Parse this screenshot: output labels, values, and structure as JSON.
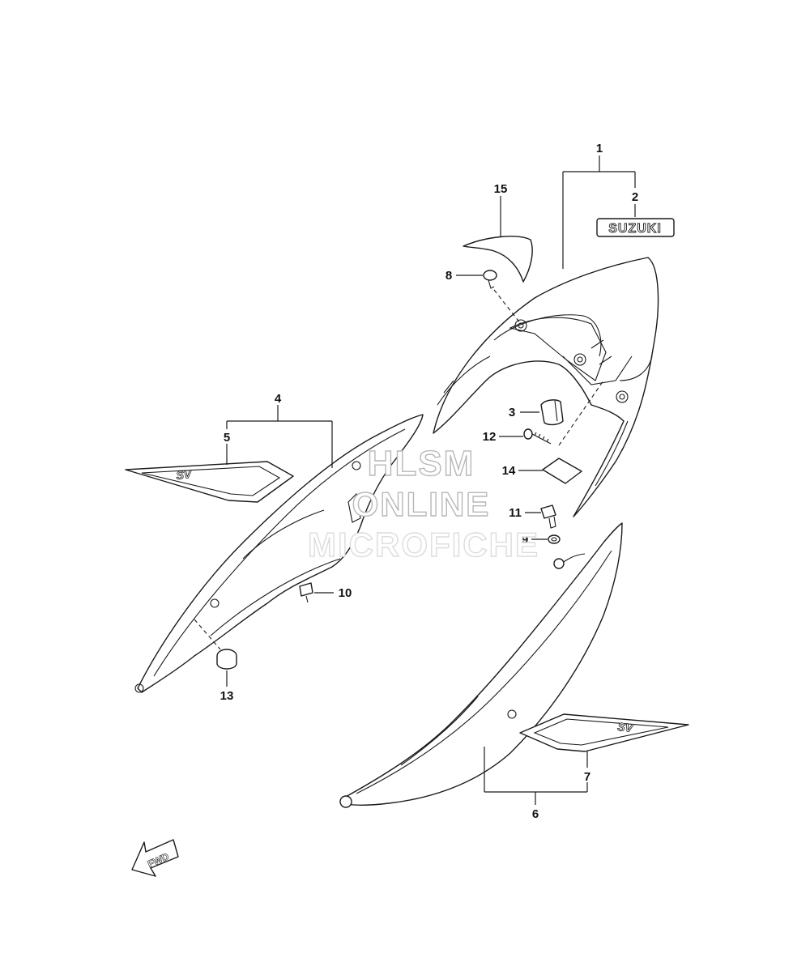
{
  "callouts": {
    "c1": "1",
    "c2": "2",
    "c3": "3",
    "c4": "4",
    "c5": "5",
    "c6": "6",
    "c7": "7",
    "c8": "8",
    "c9": "9",
    "c10": "10",
    "c11": "11",
    "c12": "12",
    "c13": "13",
    "c14": "14",
    "c15": "15"
  },
  "emblem": {
    "text": "SUZUKI"
  },
  "decal_marks": {
    "left": "SV",
    "right": "SV"
  },
  "fwd_arrow": {
    "text": "FWD"
  },
  "watermark": {
    "line1": "HLSM",
    "line2": "ONLINE",
    "line3": "MICROFICHE"
  },
  "colors": {
    "line": "#1a1a1a",
    "watermark_dark": "#b8b8b8",
    "watermark_light": "#dcdcdc"
  }
}
